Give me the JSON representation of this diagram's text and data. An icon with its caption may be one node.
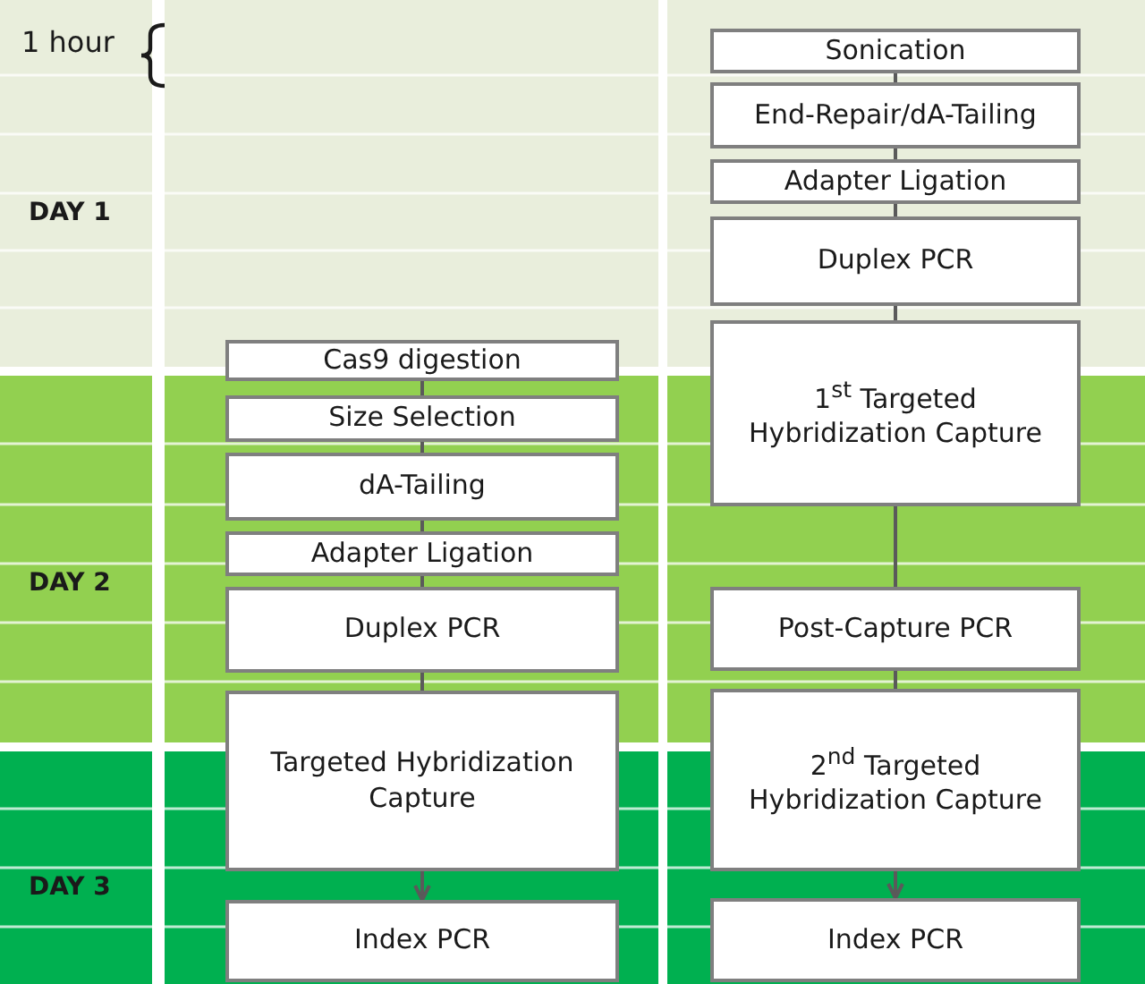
{
  "diagram": {
    "nodes": [
      {
        "text": [
          "Cas9 digestion"
        ]
      },
      {
        "text": [
          "Size Selection"
        ]
      },
      {
        "text": [
          "dA-Tailing"
        ]
      },
      {
        "text": [
          "Adapter Ligation"
        ]
      },
      {
        "text": [
          "Duplex PCR"
        ]
      },
      {
        "text": [
          "Targeted Hybridization Capture"
        ]
      },
      {
        "text": [
          "Index PCR"
        ]
      },
      {
        "text": [
          "Sonication"
        ]
      },
      {
        "text": [
          "End-Repair/dA-Tailing"
        ]
      },
      {
        "text": [
          "Adapter Ligation"
        ]
      },
      {
        "text": [
          "Duplex PCR"
        ]
      },
      {
        "text": [
          "1$^{st}$ Targeted Hybridization Capture"
        ]
      },
      {
        "text": [
          "Post-Capture PCR"
        ]
      },
      {
        "text": [
          "2$^{nd}$ Targeted Hybridization Capture"
        ]
      },
      {
        "text": [
          "Index PCR"
        ]
      }
    ],
    "edges": [
      {
        "from": 0,
        "to": 1,
        "arrow": "none"
      },
      {
        "from": 1,
        "to": 2,
        "arrow": "none"
      },
      {
        "from": 2,
        "to": 3,
        "arrow": "none"
      },
      {
        "from": 3,
        "to": 4,
        "arrow": "none"
      },
      {
        "from": 4,
        "to": 5,
        "arrow": "none"
      },
      {
        "from": 5,
        "to": 6,
        "arrow": "to"
      },
      {
        "from": 7,
        "to": 8,
        "arrow": "none"
      },
      {
        "from": 8,
        "to": 9,
        "arrow": "none"
      },
      {
        "from": 9,
        "to": 10,
        "arrow": "none"
      },
      {
        "from": 10,
        "to": 11,
        "arrow": "none"
      },
      {
        "from": 11,
        "to": 12,
        "arrow": "none"
      },
      {
        "from": 12,
        "to": 13,
        "arrow": "none"
      },
      {
        "from": 13,
        "to": 14,
        "arrow": "to"
      }
    ],
    "labels": [
      "1 hour",
      "DAY 1",
      "DAY 2",
      "DAY 3"
    ]
  }
}
